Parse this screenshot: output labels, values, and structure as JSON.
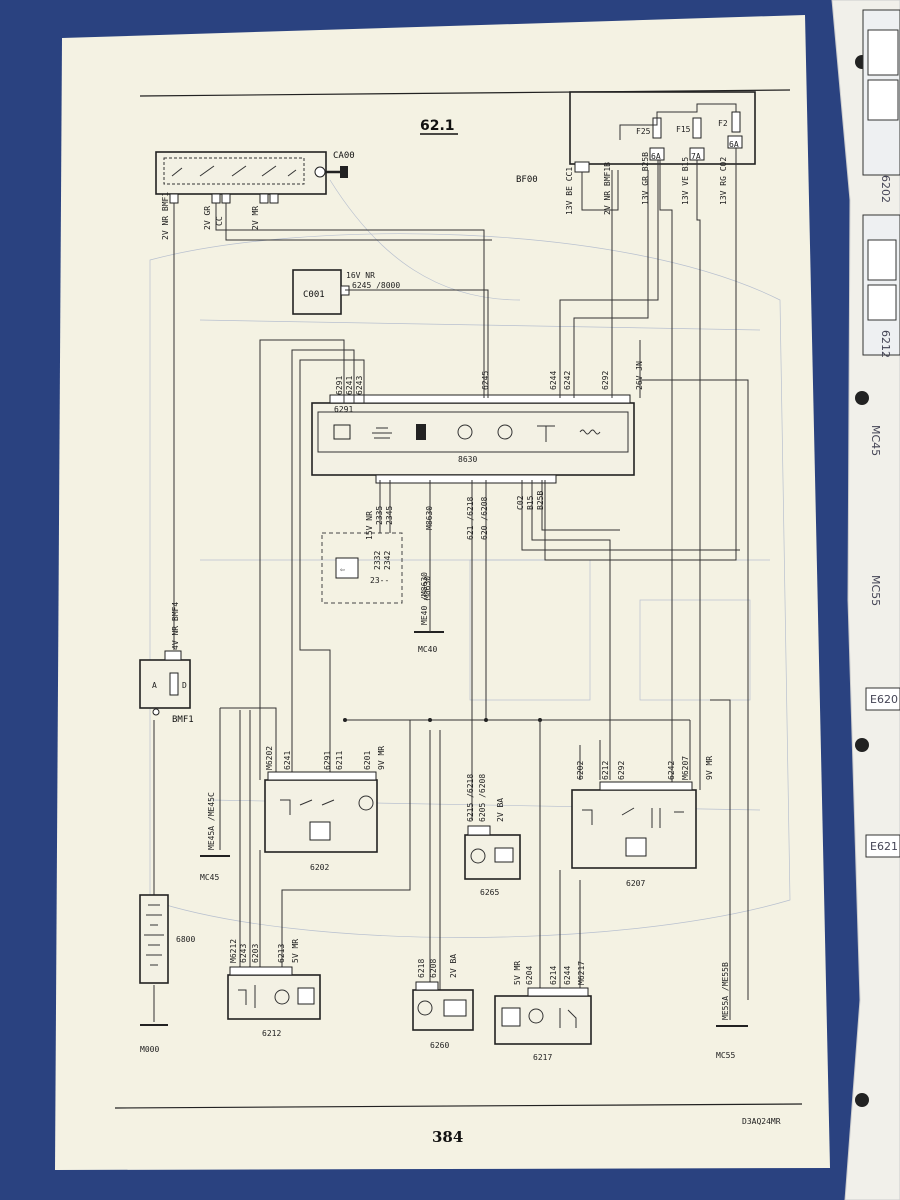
{
  "page": {
    "title": "62.1",
    "page_number": "384",
    "doc_ref": "D3AQ24MR"
  },
  "side_tabs": [
    "6202",
    "6212",
    "MC45",
    "MC55",
    "E620",
    "E621"
  ],
  "components": {
    "ca00": "CA00",
    "bf00": "BF00",
    "c001": "C001",
    "cluster": "8630",
    "bmf1": "BMF1",
    "c6202": "6202",
    "c6265": "6265",
    "c6207": "6207",
    "c6212": "6212",
    "c6260": "6260",
    "c6217": "6217",
    "c6800": "6800",
    "switch_group": "23--"
  },
  "fuses": [
    "F25",
    "F15",
    "F2"
  ],
  "fuse_ratings": [
    "6A",
    "7A",
    "6A"
  ],
  "grounds": {
    "mc40": "MC40",
    "mc45": "MC45",
    "mc55": "MC55",
    "m000": "M000",
    "me40_m8630": "ME40 /M8630",
    "me45": "ME45A /ME45C",
    "me55": "ME55A /ME55B"
  },
  "labels": {
    "ca00_wire": "2V NR BMF1",
    "ca00_gr": "2V GR",
    "ca00_mr": "2V MR",
    "ca00_cc": "CC",
    "bf00_be": "13V BE CC1",
    "bf00_nr": "2V NR BMF1B",
    "bf00_gr": "13V GR B25B",
    "bf00_ve": "13V VE B15",
    "bf00_rg": "13V RG C02",
    "c001_wire": "16V NR",
    "c001_code": "6245 /8000",
    "top_6291": "6291",
    "top_6241": "6241",
    "top_6243": "6243",
    "top_6245": "6245",
    "top_6244": "6244",
    "top_6242": "6242",
    "top_6292": "6292",
    "top_26v": "26V JN",
    "bot_15v": "15V NR",
    "bot_2335": "2335",
    "bot_2345": "2345",
    "bot_m8630": "M8630",
    "bot_6218": "621 /6218",
    "bot_6208": "620 /6208",
    "bot_c02": "C02",
    "bot_b15": "B15",
    "bot_b25b": "B25B",
    "sw_2332": "2332",
    "sw_2342": "2342",
    "sw_m8630": "M8630",
    "bmf1_wire": "4V NR BMF4",
    "w6202_1": "M6202",
    "w6202_2": "6241",
    "w6202_3": "6291",
    "w6202_4": "6211",
    "w6202_5": "6201",
    "w6202_6": "9V MR",
    "w6265_1": "6215 /6218",
    "w6265_2": "6205 /6208",
    "w6265_3": "2V BA",
    "w6207_1": "6202",
    "w6207_2": "6212",
    "w6207_3": "6292",
    "w6207_4": "6242",
    "w6207_5": "M6207",
    "w6207_6": "9V MR",
    "w6212_1": "M6212",
    "w6212_2": "6243",
    "w6212_3": "6203",
    "w6212_4": "6213",
    "w6212_5": "5V MR",
    "w6260_1": "6218",
    "w6260_2": "6208",
    "w6260_3": "2V BA",
    "w6217_1": "5V MR",
    "w6217_2": "6204",
    "w6217_3": "6214",
    "w6217_4": "6244",
    "w6217_5": "M6217"
  }
}
